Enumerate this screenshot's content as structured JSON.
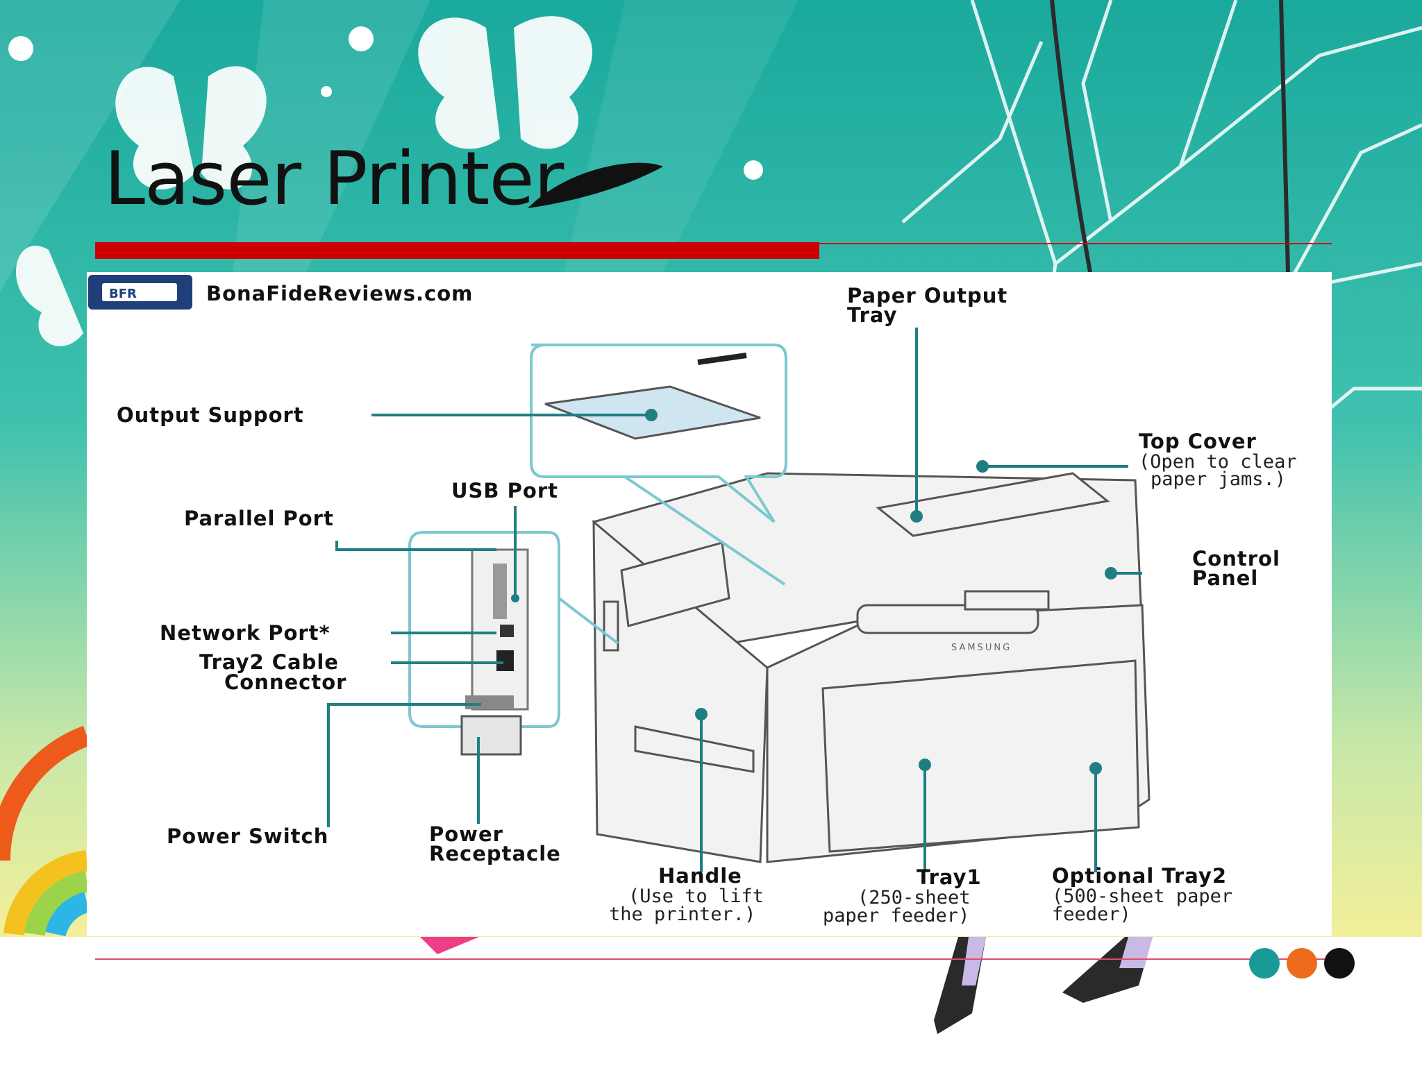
{
  "slide": {
    "title": "Laser Printer",
    "colors": {
      "accent_bar": "#cc0000",
      "teal": "#12b3a8",
      "leader_lines": "#1f7f80",
      "dot_teal": "#1a9a96",
      "dot_orange": "#ee6a1c",
      "dot_black": "#111111"
    }
  },
  "diagram": {
    "source_logo_text": "BonaFideReviews.com",
    "labels": {
      "paper_output_tray": [
        "Paper Output",
        "Tray"
      ],
      "output_support": "Output Support",
      "top_cover": "Top Cover",
      "top_cover_note": [
        "(Open to clear",
        "paper jams.)"
      ],
      "usb_port": "USB Port",
      "parallel_port": "Parallel Port",
      "control_panel": [
        "Control",
        "Panel"
      ],
      "network_port": "Network Port*",
      "tray2_cable_connector": [
        "Tray2 Cable",
        "Connector"
      ],
      "power_switch": "Power Switch",
      "power_receptacle": [
        "Power",
        "Receptacle"
      ],
      "handle": "Handle",
      "handle_note": [
        "(Use to lift",
        "the printer.)"
      ],
      "tray1": "Tray1",
      "tray1_note": [
        "(250-sheet",
        "paper feeder)"
      ],
      "optional_tray2": "Optional Tray2",
      "optional_tray2_note": [
        "(500-sheet paper",
        "feeder)"
      ],
      "brand": "SAMSUNG"
    }
  }
}
